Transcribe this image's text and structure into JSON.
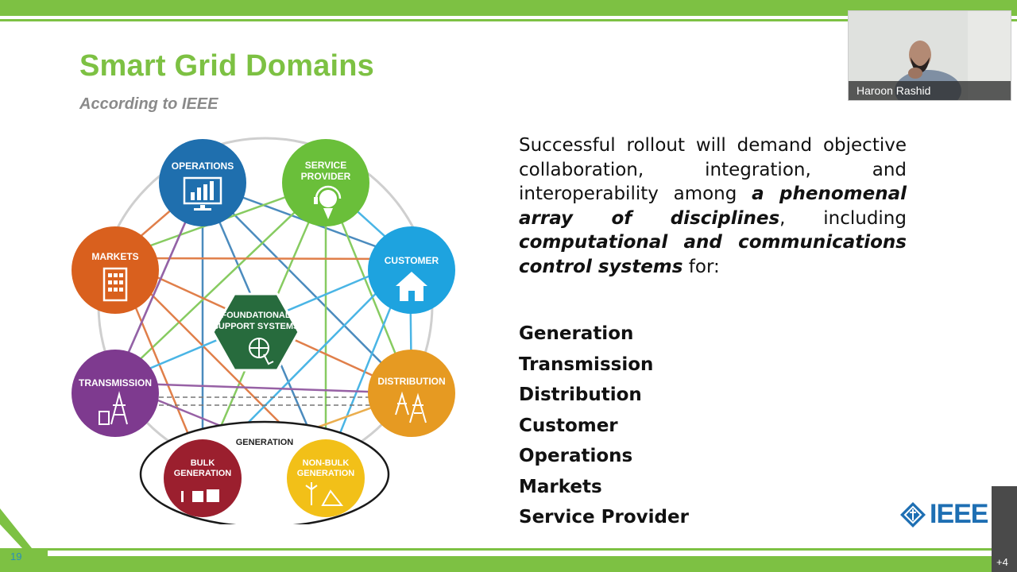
{
  "slide": {
    "title": "Smart Grid Domains",
    "subtitle": "According to IEEE",
    "page_number": "19",
    "paragraph": {
      "part1": "Successful rollout will demand objective collaboration, integration, and interoperability among ",
      "em1": "a phenomenal array of disciplines",
      "part2": ", including ",
      "em2": "computational and communications control systems",
      "part3": " for:"
    },
    "domains_list": [
      "Generation",
      "Transmission",
      "Distribution",
      "Customer",
      "Operations",
      "Markets",
      "Service Provider"
    ],
    "logo_text": "IEEE"
  },
  "diagram": {
    "nodes": {
      "operations": {
        "label": "OPERATIONS",
        "color": "#1f6fae"
      },
      "service_provider": {
        "label_line1": "SERVICE",
        "label_line2": "PROVIDER",
        "color": "#6abf3a"
      },
      "customer": {
        "label": "CUSTOMER",
        "color": "#1ea3df"
      },
      "distribution": {
        "label": "DISTRIBUTION",
        "color": "#e69a22"
      },
      "markets": {
        "label": "MARKETS",
        "color": "#d9601e"
      },
      "transmission": {
        "label": "TRANSMISSION",
        "color": "#7e3a8f"
      },
      "bulk_generation": {
        "label_line1": "BULK",
        "label_line2": "GENERATION",
        "color": "#9b1f2e"
      },
      "non_bulk_generation": {
        "label_line1": "NON-BULK",
        "label_line2": "GENERATION",
        "color": "#f2c018"
      },
      "foundational": {
        "label_line1": "FOUNDATIONAL",
        "label_line2": "SUPPORT SYSTEMS",
        "color": "#276b3d"
      }
    },
    "generation_group_label": "GENERATION"
  },
  "video": {
    "participant_name": "Haroon Rashid",
    "more_participants": "+4"
  }
}
